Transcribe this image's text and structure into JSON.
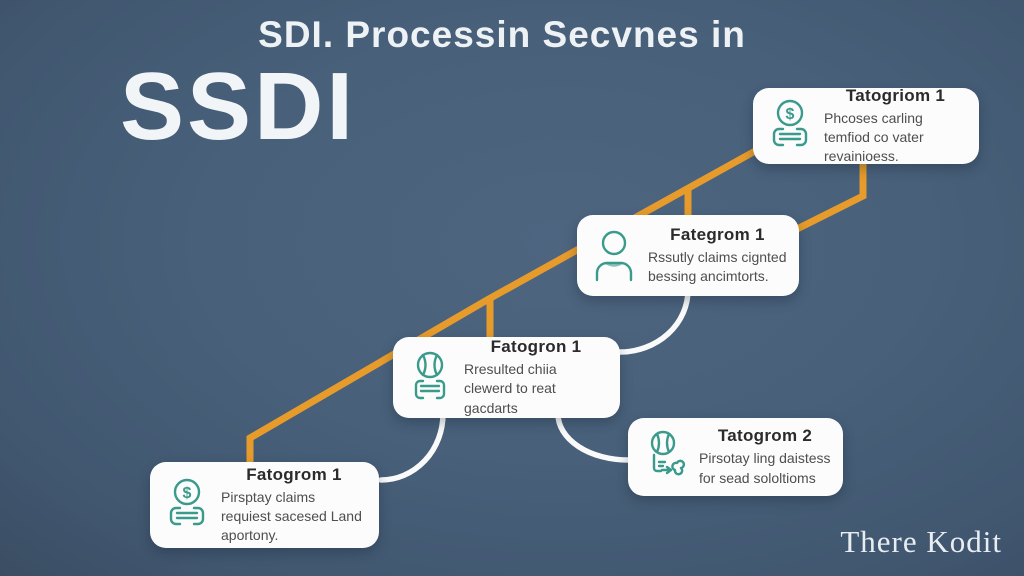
{
  "header": {
    "title_line": "SDI. Processin Secvnes in",
    "big_title": "SSDI"
  },
  "watermark": "There Kodit",
  "icons": {
    "dollar": "$"
  },
  "colors": {
    "background": "#48607a",
    "connector_orange": "#e79b2b",
    "connector_white": "#fafafa",
    "icon_teal": "#3a9a8b",
    "card_background": "#fcfcfd",
    "heading_text": "#f2f5f7",
    "card_title_text": "#2b2b2b",
    "card_body_text": "#4e4e4e"
  },
  "cards": [
    {
      "title": "Tatogriom 1",
      "body": "Phcoses carling temfiod co vater revainioess.",
      "icon": "money-icon"
    },
    {
      "title": "Fategrom 1",
      "body": "Rssutly claims cignted bessing ancimtorts.",
      "icon": "person-icon"
    },
    {
      "title": "Fatogron 1",
      "body": "Rresulted chiia clewerd to reat gacdarts",
      "icon": "head-document-icon"
    },
    {
      "title": "Tatogrom 2",
      "body": "Pirsotay ling daistess for sead sololtioms",
      "icon": "head-tool-icon"
    },
    {
      "title": "Fatogrom 1",
      "body": "Pirsptay claims requiest sacesed Land aportony.",
      "icon": "money-icon"
    }
  ]
}
